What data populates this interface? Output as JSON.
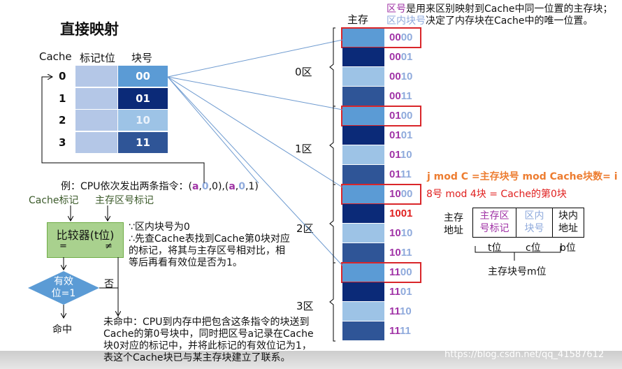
{
  "title": "直接映射",
  "cache_table": {
    "headers": [
      "Cache",
      "标记t位",
      "块号"
    ],
    "rows": [
      {
        "index": "0",
        "block": "00"
      },
      {
        "index": "1",
        "block": "01"
      },
      {
        "index": "2",
        "block": "10"
      },
      {
        "index": "3",
        "block": "11"
      }
    ]
  },
  "zones": [
    "0区",
    "1区",
    "2区",
    "3区"
  ],
  "memory": {
    "header": "主存",
    "rows": [
      {
        "zone": "00",
        "block": "00"
      },
      {
        "zone": "00",
        "block": "01"
      },
      {
        "zone": "00",
        "block": "10"
      },
      {
        "zone": "00",
        "block": "11"
      },
      {
        "zone": "01",
        "block": "00"
      },
      {
        "zone": "01",
        "block": "01"
      },
      {
        "zone": "01",
        "block": "10"
      },
      {
        "zone": "01",
        "block": "11"
      },
      {
        "zone": "10",
        "block": "00"
      },
      {
        "zone": "10",
        "block": "01"
      },
      {
        "zone": "10",
        "block": "10"
      },
      {
        "zone": "10",
        "block": "11"
      },
      {
        "zone": "11",
        "block": "00"
      },
      {
        "zone": "11",
        "block": "01"
      },
      {
        "zone": "11",
        "block": "10"
      },
      {
        "zone": "11",
        "block": "11"
      }
    ],
    "highlight_red_label": "1001"
  },
  "notes": {
    "zone_no": "区号",
    "zone_no_rest": "是用来区别映射到Cache中同一位置的主存块；",
    "in_zone": "区内块号",
    "in_zone_rest": "决定了内存块在Cache中的唯一位置。"
  },
  "formula": "j mod C =主存块号 mod Cache块数= i",
  "example_calc": "8号 mod 4块 = Cache的第0块",
  "address": {
    "label1": "主存",
    "label2": "地址",
    "f1a": "主存区",
    "f1b": "号标记",
    "f2a": "区内",
    "f2b": "块号",
    "f3a": "块内",
    "f3b": "地址",
    "t": "t位",
    "c": "c位",
    "b": "b位",
    "m": "主存块号m位"
  },
  "example": {
    "prefix": "例：CPU依次发出两条指令：",
    "p1": "(",
    "a1": "a",
    ",1": ",",
    "z1": "0",
    "r1": ",0),(",
    "a2": "a",
    "c2": ",",
    "z2": "0",
    "r2": ",1)"
  },
  "flow": {
    "cache_tag": "Cache标记",
    "mem_tag": "主存区号标记",
    "comparator": "比较器(t位)",
    "eq": "=",
    "neq": "≠",
    "valid1": "有效",
    "valid2": "位=1",
    "no": "否",
    "hit": "命中"
  },
  "explain": [
    "∵区内块号为0",
    "∴先查Cache表找到Cache第0块对应",
    "的标记，将其与主存区号相对比，相",
    "等后再看有效位是否为1。"
  ],
  "miss": [
    "未命中：CPU到内存中把包含这条指令的块送到",
    "Cache的第0号块中，同时把区号a记录在Cache",
    "块0对应的标记中，并将此标记的有效位记为1，",
    "表这个Cache块已与某主存块建立了联系。"
  ],
  "watermark": "https://blog.csdn.net/qq_41587612",
  "colors": {
    "c0": "#5b9bd5",
    "c1": "#0b2a78",
    "c2": "#9dc3e6",
    "c3": "#2f5597",
    "tag": "#b4c7e7",
    "purple": "#a033a6",
    "lightblue": "#8faadc",
    "orange": "#ed7d31",
    "red": "#e0201f"
  }
}
